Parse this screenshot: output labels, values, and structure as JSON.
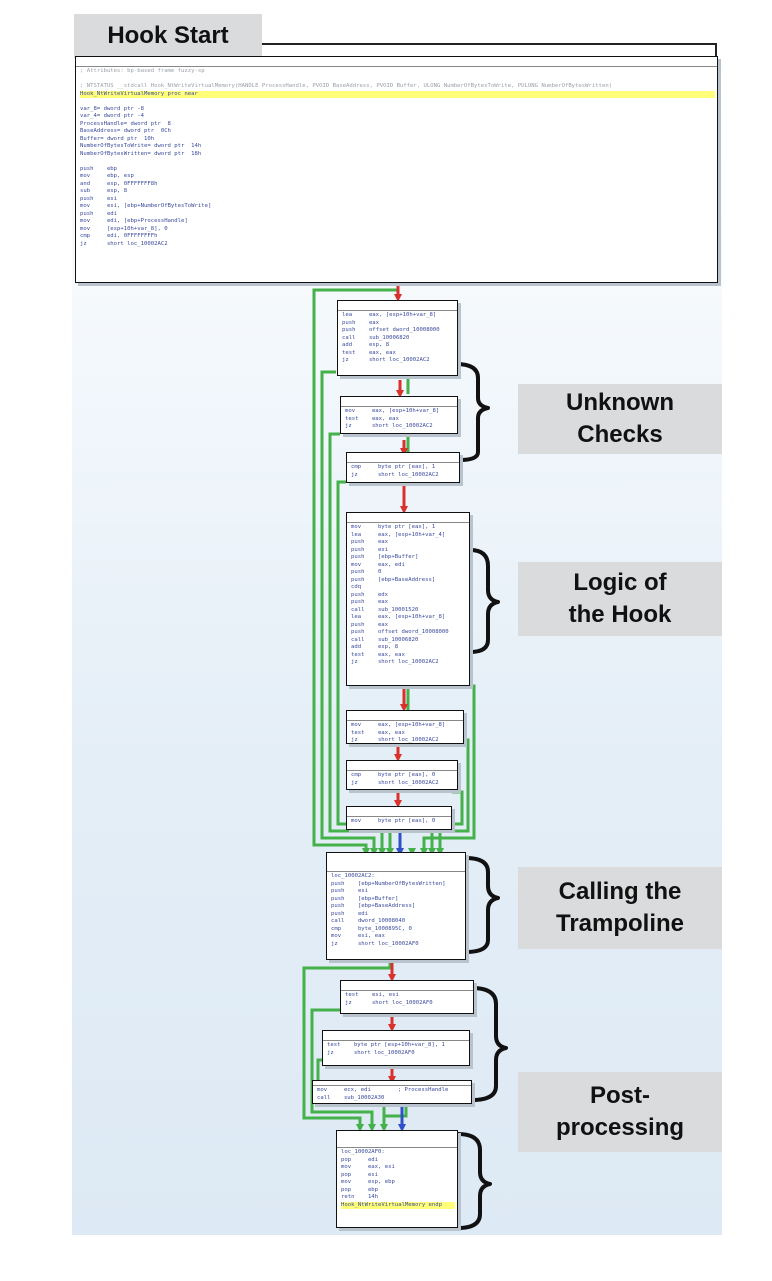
{
  "title": "Hook Start",
  "labels": {
    "unknown_checks": "Unknown\nChecks",
    "logic_of_hook": "Logic of\nthe Hook",
    "calling_trampoline": "Calling the\nTrampoline",
    "post_processing": "Post-\nprocessing"
  },
  "blocks": {
    "start": [
      "; Attributes: bp-based frame fuzzy-sp",
      "",
      "; NTSTATUS __stdcall Hook_NtWriteVirtualMemory(HANDLE ProcessHandle, PVOID BaseAddress, PVOID Buffer, ULONG NumberOfBytesToWrite, PULONG NumberOfBytesWritten)",
      "Hook_NtWriteVirtualMemory proc near",
      "",
      "var_8= dword ptr -8",
      "var_4= dword ptr -4",
      "ProcessHandle= dword ptr  8",
      "BaseAddress= dword ptr  0Ch",
      "Buffer= dword ptr  10h",
      "NumberOfBytesToWrite= dword ptr  14h",
      "NumberOfBytesWritten= dword ptr  18h",
      "",
      "push    ebp",
      "mov     ebp, esp",
      "and     esp, 0FFFFFFF8h",
      "sub     esp, 8",
      "push    esi",
      "mov     esi, [ebp+NumberOfBytesToWrite]",
      "push    edi",
      "mov     edi, [ebp+ProcessHandle]",
      "mov     [esp+10h+var_8], 0",
      "cmp     edi, 0FFFFFFFFh",
      "jz      short loc_10002AC2"
    ],
    "b1": [
      "lea     eax, [esp+10h+var_8]",
      "push    eax",
      "push    offset dword_10008000",
      "call    sub_10006820",
      "add     esp, 8",
      "test    eax, eax",
      "jz      short loc_10002AC2"
    ],
    "b2": [
      "mov     eax, [esp+10h+var_8]",
      "test    eax, eax",
      "jz      short loc_10002AC2"
    ],
    "b3": [
      "cmp     byte ptr [eax], 1",
      "jz      short loc_10002AC2"
    ],
    "b4": [
      "mov     byte ptr [eax], 1",
      "lea     eax, [esp+10h+var_4]",
      "push    eax",
      "push    esi",
      "push    [ebp+Buffer]",
      "mov     eax, edi",
      "push    0",
      "push    [ebp+BaseAddress]",
      "cdq",
      "push    edx",
      "push    eax",
      "call    sub_10001520",
      "lea     eax, [esp+10h+var_8]",
      "push    eax",
      "push    offset dword_10008000",
      "call    sub_10006820",
      "add     esp, 8",
      "test    eax, eax",
      "jz      short loc_10002AC2"
    ],
    "b5": [
      "mov     eax, [esp+10h+var_8]",
      "test    eax, eax",
      "jz      short loc_10002AC2"
    ],
    "b6": [
      "cmp     byte ptr [eax], 0",
      "jz      short loc_10002AC2"
    ],
    "b7": [
      "mov     byte ptr [eax], 0"
    ],
    "b8": [
      "loc_10002AC2:",
      "push    [ebp+NumberOfBytesWritten]",
      "push    esi",
      "push    [ebp+Buffer]",
      "push    [ebp+BaseAddress]",
      "push    edi",
      "call    dword_10008040",
      "cmp     byte_1000895C, 0",
      "mov     esi, eax",
      "jz      short loc_10002AF0"
    ],
    "b9": [
      "test    esi, esi",
      "jz      short loc_10002AF0"
    ],
    "b10": [
      "test    byte ptr [esp+10h+var_8], 1",
      "jz      short loc_10002AF0"
    ],
    "b11": [
      "mov     ecx, edi        ; ProcessHandle",
      "call    sub_10002A30"
    ],
    "b12": [
      "loc_10002AF0:",
      "pop     edi",
      "mov     eax, esi",
      "pop     esi",
      "mov     esp, ebp",
      "pop     ebp",
      "retn    14h",
      "Hook_NtWriteVirtualMemory endp"
    ]
  },
  "colors": {
    "edge_true": "#44b14a",
    "edge_false": "#d9312b",
    "edge_uncond": "#2f50c8",
    "label_bg": "#d9dbdd",
    "highlight": "#ffff7a"
  }
}
